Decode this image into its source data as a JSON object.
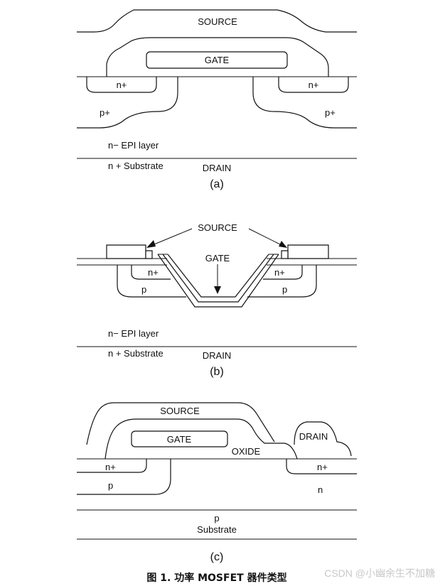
{
  "diagram_a": {
    "source": "SOURCE",
    "gate": "GATE",
    "n_plus_left": "n+",
    "n_plus_right": "n+",
    "p_plus_left": "p+",
    "p_plus_right": "p+",
    "epi": "n− EPI layer",
    "substrate": "n + Substrate",
    "drain": "DRAIN",
    "caption": "(a)"
  },
  "diagram_b": {
    "source": "SOURCE",
    "gate": "GATE",
    "n_plus_left": "n+",
    "n_plus_right": "n+",
    "p_left": "p",
    "p_right": "p",
    "epi": "n− EPI layer",
    "substrate": "n + Substrate",
    "drain": "DRAIN",
    "caption": "(b)"
  },
  "diagram_c": {
    "source": "SOURCE",
    "gate": "GATE",
    "oxide": "OXIDE",
    "drain": "DRAIN",
    "n_plus_left": "n+",
    "n_plus_right": "n+",
    "p_region": "p",
    "n_region": "n",
    "p_substrate_1": "p",
    "p_substrate_2": "Substrate",
    "caption": "(c)"
  },
  "figure_caption": "图 1. 功率 MOSFET 器件类型",
  "watermark": "CSDN @小幽余生不加糖"
}
